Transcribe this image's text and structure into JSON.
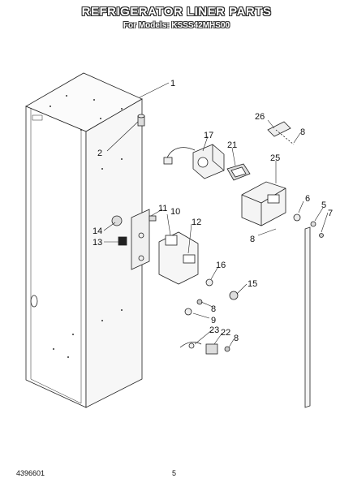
{
  "header": {
    "title": "REFRIGERATOR LINER PARTS",
    "subtitle": "For Models: KSSS42MHS00"
  },
  "footer": {
    "part_number": "4396601",
    "page_number": "5"
  },
  "callouts": [
    "1",
    "2",
    "17",
    "26",
    "8",
    "21",
    "25",
    "10",
    "11",
    "12",
    "14",
    "13",
    "6",
    "5",
    "7",
    "8",
    "16",
    "15",
    "8",
    "9",
    "23",
    "22",
    "8"
  ]
}
